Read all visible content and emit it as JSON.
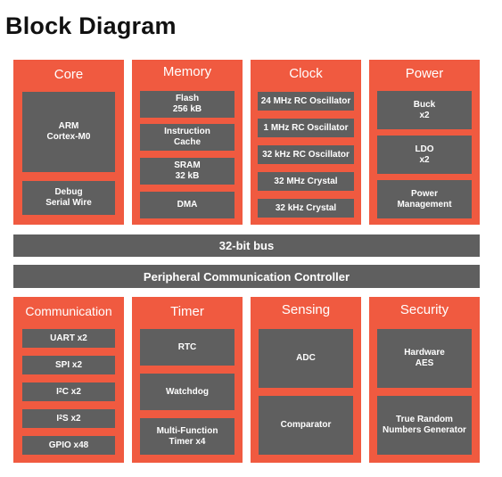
{
  "title": "Block Diagram",
  "core": {
    "label": "Core",
    "cpu": [
      "ARM",
      "Cortex-M0"
    ],
    "debug": [
      "Debug",
      "Serial Wire"
    ]
  },
  "memory": {
    "label": "Memory",
    "flash": [
      "Flash",
      "256 kB"
    ],
    "cache": [
      "Instruction",
      "Cache"
    ],
    "sram": [
      "SRAM",
      "32 kB"
    ],
    "dma": "DMA"
  },
  "clock": {
    "label": "Clock",
    "items": [
      "24 MHz RC Oscillator",
      "1 MHz RC Oscillator",
      "32 kHz RC Oscillator",
      "32 MHz Crystal",
      "32 kHz Crystal"
    ]
  },
  "power": {
    "label": "Power",
    "buck": [
      "Buck",
      "x2"
    ],
    "ldo": [
      "LDO",
      "x2"
    ],
    "mgmt": [
      "Power",
      "Management"
    ]
  },
  "bus": "32-bit bus",
  "pcc": "Peripheral Communication Controller",
  "communication": {
    "label": "Communication",
    "uart": "UART x2",
    "spi": "SPI x2",
    "i2c": {
      "prefix": "I",
      "sup": "2",
      "suffix": "C x2"
    },
    "i2s": {
      "prefix": "I",
      "sup": "2",
      "suffix": "S x2"
    },
    "gpio": "GPIO x48"
  },
  "timer": {
    "label": "Timer",
    "rtc": "RTC",
    "watchdog": "Watchdog",
    "mft": [
      "Multi-Function",
      "Timer x4"
    ]
  },
  "sensing": {
    "label": "Sensing",
    "adc": "ADC",
    "comparator": "Comparator"
  },
  "security": {
    "label": "Security",
    "aes": [
      "Hardware",
      "AES"
    ],
    "trng": [
      "True Random",
      "Numbers Generator"
    ]
  }
}
